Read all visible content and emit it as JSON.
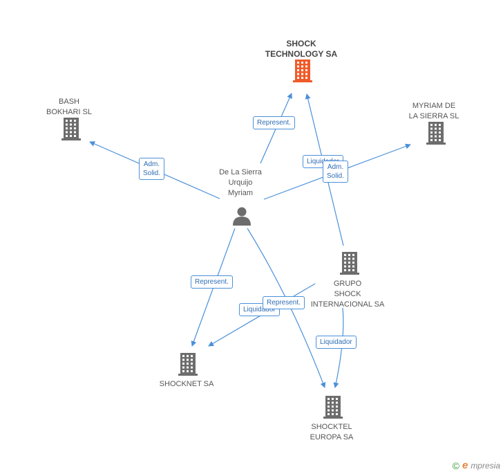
{
  "nodes": {
    "shock_technology": {
      "lines": [
        "SHOCK",
        "TECHNOLOGY SA"
      ],
      "icon": "building-icon",
      "color": "#f05a28"
    },
    "bash_bokhari": {
      "lines": [
        "BASH",
        "BOKHARI SL"
      ],
      "icon": "building-icon",
      "color": "#6d6d6d"
    },
    "myriam_sierra_sl": {
      "lines": [
        "MYRIAM DE",
        "LA SIERRA SL"
      ],
      "icon": "building-icon",
      "color": "#6d6d6d"
    },
    "person": {
      "lines": [
        "De La Sierra",
        "Urquijo",
        "Myriam"
      ],
      "icon": "person-icon",
      "color": "#6d6d6d"
    },
    "grupo_shock": {
      "lines": [
        "GRUPO",
        "SHOCK",
        "INTERNACIONAL SA"
      ],
      "icon": "building-icon",
      "color": "#6d6d6d"
    },
    "shocknet": {
      "lines": [
        "SHOCKNET SA"
      ],
      "icon": "building-icon",
      "color": "#6d6d6d"
    },
    "shocktel": {
      "lines": [
        "SHOCKTEL",
        "EUROPA SA"
      ],
      "icon": "building-icon",
      "color": "#6d6d6d"
    }
  },
  "edge_labels": {
    "represent_top": [
      "Represent."
    ],
    "adm_solid_left": [
      "Adm.",
      "Solid."
    ],
    "liquidador_top": [
      "Liquidador"
    ],
    "adm_solid_right": [
      "Adm.",
      "Solid."
    ],
    "represent_shocknet": [
      "Represent."
    ],
    "liquidador_mid": [
      "Liquidador"
    ],
    "represent_mid": [
      "Represent."
    ],
    "liquidador_bottom": [
      "Liquidador"
    ]
  },
  "edge_color": "#4a90d9",
  "brand": {
    "copyright": "©",
    "initial": "e",
    "name": "mpresia"
  }
}
